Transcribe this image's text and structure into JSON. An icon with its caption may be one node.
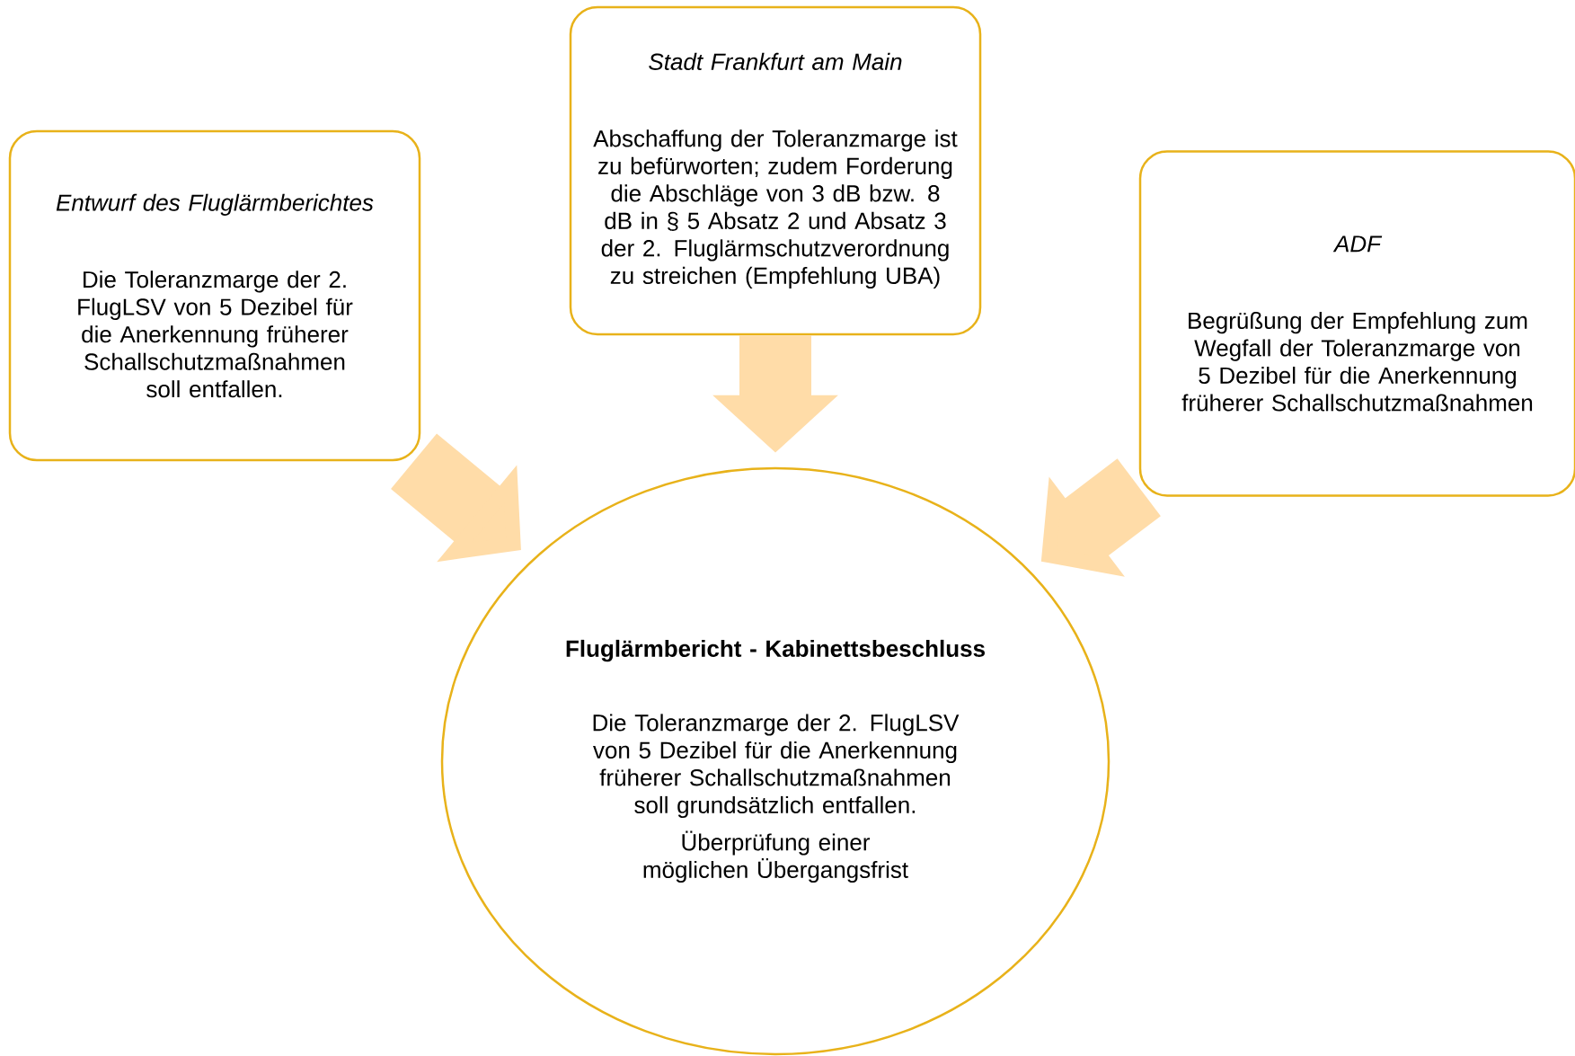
{
  "diagram": {
    "nodes": [
      {
        "text": [
          "Entwurf des Fluglärmberichtes",
          "Die Toleranzmarge der 2. FlugLSV von 5 Dezibel für die Anerkennung früherer Schallschutzmaßnahmen soll entfallen."
        ]
      },
      {
        "text": [
          "Stadt Frankfurt am Main",
          "Abschaffung der Toleranzmarge ist zu befürworten; zudem Forderung die Abschläge von 3 dB bzw. 8 dB in § 5 Absatz 2 und Absatz 3 der 2. Fluglärmschutzverordnung zu streichen (Empfehlung UBA)"
        ]
      },
      {
        "text": [
          "ADF",
          "Begrüßung der Empfehlung zum Wegfall der Toleranzmarge von 5 Dezibel für die Anerkennung früherer Schallschutzmaßnahmen"
        ]
      },
      {
        "text": [
          "Fluglärmbericht - Kabinettsbeschluss",
          "Die Toleranzmarge der 2. FlugLSV von 5 Dezibel für die Anerkennung früherer Schallschutzmaßnahmen soll grundsätzlich entfallen.",
          "Überprüfung einer möglichen Übergangsfrist"
        ]
      }
    ],
    "edges": [
      {
        "from": 0,
        "to": 3,
        "arrow": "to"
      },
      {
        "from": 1,
        "to": 3,
        "arrow": "to"
      },
      {
        "from": 2,
        "to": 3,
        "arrow": "to"
      }
    ]
  }
}
